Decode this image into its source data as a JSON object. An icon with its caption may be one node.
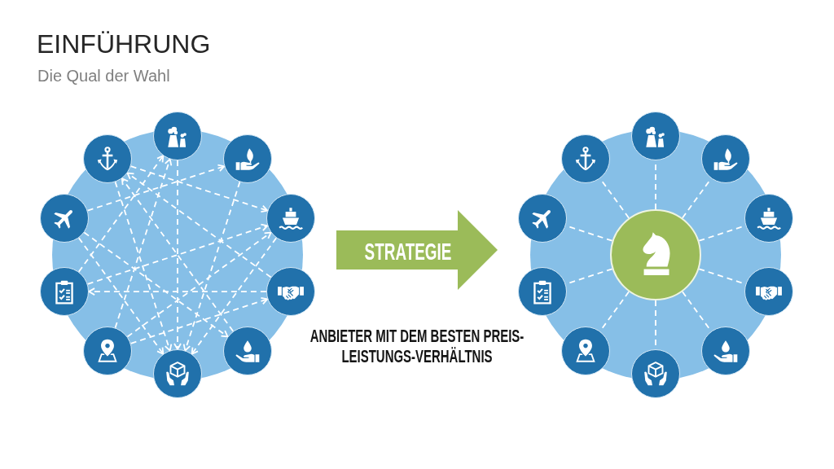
{
  "diagram": {
    "title": "EINFÜHRUNG",
    "nodes": [
      {
        "text": [],
        "shape": "circle"
      },
      {
        "text": [],
        "shape": "circle"
      },
      {
        "text": [],
        "shape": "circle"
      },
      {
        "text": [],
        "shape": "circle"
      },
      {
        "text": [],
        "shape": "circle"
      },
      {
        "text": [],
        "shape": "circle"
      },
      {
        "text": [],
        "shape": "circle"
      },
      {
        "text": [],
        "shape": "circle"
      },
      {
        "text": [],
        "shape": "circle"
      },
      {
        "text": [],
        "shape": "circle"
      },
      {
        "text": [
          "STRATEGIE"
        ]
      },
      {
        "text": [],
        "shape": "circle"
      },
      {
        "text": [],
        "shape": "circle"
      },
      {
        "text": [],
        "shape": "circle"
      },
      {
        "text": [],
        "shape": "circle"
      },
      {
        "text": [],
        "shape": "circle"
      },
      {
        "text": [],
        "shape": "circle"
      },
      {
        "text": [],
        "shape": "circle"
      },
      {
        "text": [],
        "shape": "circle"
      },
      {
        "text": [],
        "shape": "circle"
      },
      {
        "text": [],
        "shape": "circle"
      },
      {
        "text": [],
        "shape": "circle"
      }
    ],
    "edges": [
      {
        "from": 1,
        "to": 9,
        "arrow": "to",
        "style": "dashed"
      },
      {
        "from": 0,
        "to": 9,
        "arrow": "to",
        "style": "dashed"
      },
      {
        "from": 2,
        "to": 9,
        "arrow": "to",
        "style": "dashed"
      },
      {
        "from": 4,
        "to": 9,
        "arrow": "to",
        "style": "dashed"
      },
      {
        "from": 3,
        "to": 9,
        "arrow": "to",
        "style": "dashed"
      },
      {
        "from": 5,
        "to": 4,
        "arrow": "to",
        "style": "dashed"
      },
      {
        "from": 1,
        "to": 4,
        "arrow": "to",
        "style": "dashed"
      },
      {
        "from": 3,
        "to": 2,
        "arrow": "to",
        "style": "dashed"
      },
      {
        "from": 3,
        "to": 8,
        "arrow": "to",
        "style": "dashed"
      },
      {
        "from": 7,
        "to": 0,
        "arrow": "to",
        "style": "dashed"
      },
      {
        "from": 8,
        "to": 1,
        "arrow": "to",
        "style": "dashed"
      },
      {
        "from": 7,
        "to": 4,
        "arrow": "to",
        "style": "dashed"
      },
      {
        "from": 6,
        "to": 5,
        "arrow": "to",
        "style": "dashed"
      },
      {
        "from": 5,
        "to": 0,
        "arrow": "to",
        "style": "dashed"
      },
      {
        "from": 6,
        "to": 1,
        "arrow": "to",
        "style": "dashed"
      },
      {
        "from": 7,
        "to": 6,
        "arrow": "to",
        "style": "dashed"
      },
      {
        "from": 16,
        "to": 11,
        "arrow": "none",
        "style": "dashed"
      },
      {
        "from": 16,
        "to": 12,
        "arrow": "none",
        "style": "dashed"
      },
      {
        "from": 16,
        "to": 13,
        "arrow": "none",
        "style": "dashed"
      },
      {
        "from": 16,
        "to": 14,
        "arrow": "none",
        "style": "dashed"
      },
      {
        "from": 16,
        "to": 15,
        "arrow": "none",
        "style": "dashed"
      },
      {
        "from": 16,
        "to": 17,
        "arrow": "none",
        "style": "dashed"
      },
      {
        "from": 16,
        "to": 18,
        "arrow": "none",
        "style": "dashed"
      },
      {
        "from": 16,
        "to": 19,
        "arrow": "none",
        "style": "dashed"
      },
      {
        "from": 16,
        "to": 20,
        "arrow": "none",
        "style": "dashed"
      },
      {
        "from": 16,
        "to": 21,
        "arrow": "none",
        "style": "dashed"
      }
    ],
    "labels": [
      "Die Qual der Wahl",
      "ANBIETER MIT DEM BESTEN PREIS-LEISTUNGS-VERHÄLTNIS"
    ]
  }
}
